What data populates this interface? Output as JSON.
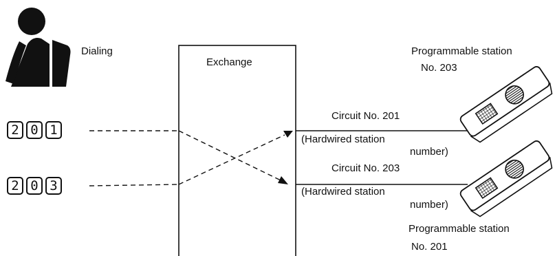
{
  "labels": {
    "dialing": "Dialing",
    "exchange": "Exchange",
    "top_station_title": "Programmable station",
    "top_station_no": "No. 203",
    "bottom_station_title": "Programmable station",
    "bottom_station_no": "No. 201",
    "circuit_top": "Circuit No. 201",
    "circuit_bottom": "Circuit No. 203",
    "hardwired_top_line1": "(Hardwired station",
    "hardwired_top_line2": "number)",
    "hardwired_bottom_line1": "(Hardwired station",
    "hardwired_bottom_line2": "number)"
  },
  "dialed_numbers": [
    {
      "digits": [
        "2",
        "0",
        "1"
      ]
    },
    {
      "digits": [
        "2",
        "0",
        "3"
      ]
    }
  ],
  "colors": {
    "ink": "#111111",
    "background": "#ffffff"
  },
  "icons": [
    "person-icon",
    "telephone-icon"
  ]
}
